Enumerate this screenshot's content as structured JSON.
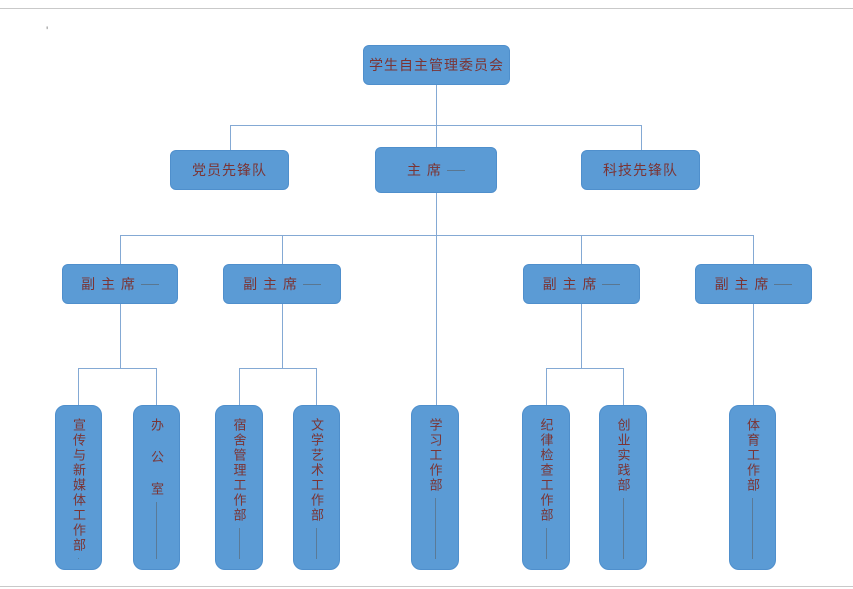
{
  "stray_mark": "'",
  "colors": {
    "box_fill": "#5b9bd5",
    "box_border": "#4f8fcc",
    "text": "#7b3434",
    "connector": "#84a9d4"
  },
  "root": {
    "label": "学生自主管理委员会"
  },
  "level2": [
    {
      "label": "党员先锋队"
    },
    {
      "label": "主 席"
    },
    {
      "label": "科技先锋队"
    }
  ],
  "vice": [
    {
      "label": "副 主 席"
    },
    {
      "label": "副 主 席"
    },
    {
      "label": "副 主 席"
    },
    {
      "label": "副 主 席"
    }
  ],
  "departments": [
    {
      "label": "宣传与新媒体工作部"
    },
    {
      "label": "办 公 室"
    },
    {
      "label": "宿舍管理工作部"
    },
    {
      "label": "文学艺术工作部"
    },
    {
      "label": "学习工作部"
    },
    {
      "label": "纪律检查工作部"
    },
    {
      "label": "创业实践部"
    },
    {
      "label": "体育工作部"
    }
  ]
}
